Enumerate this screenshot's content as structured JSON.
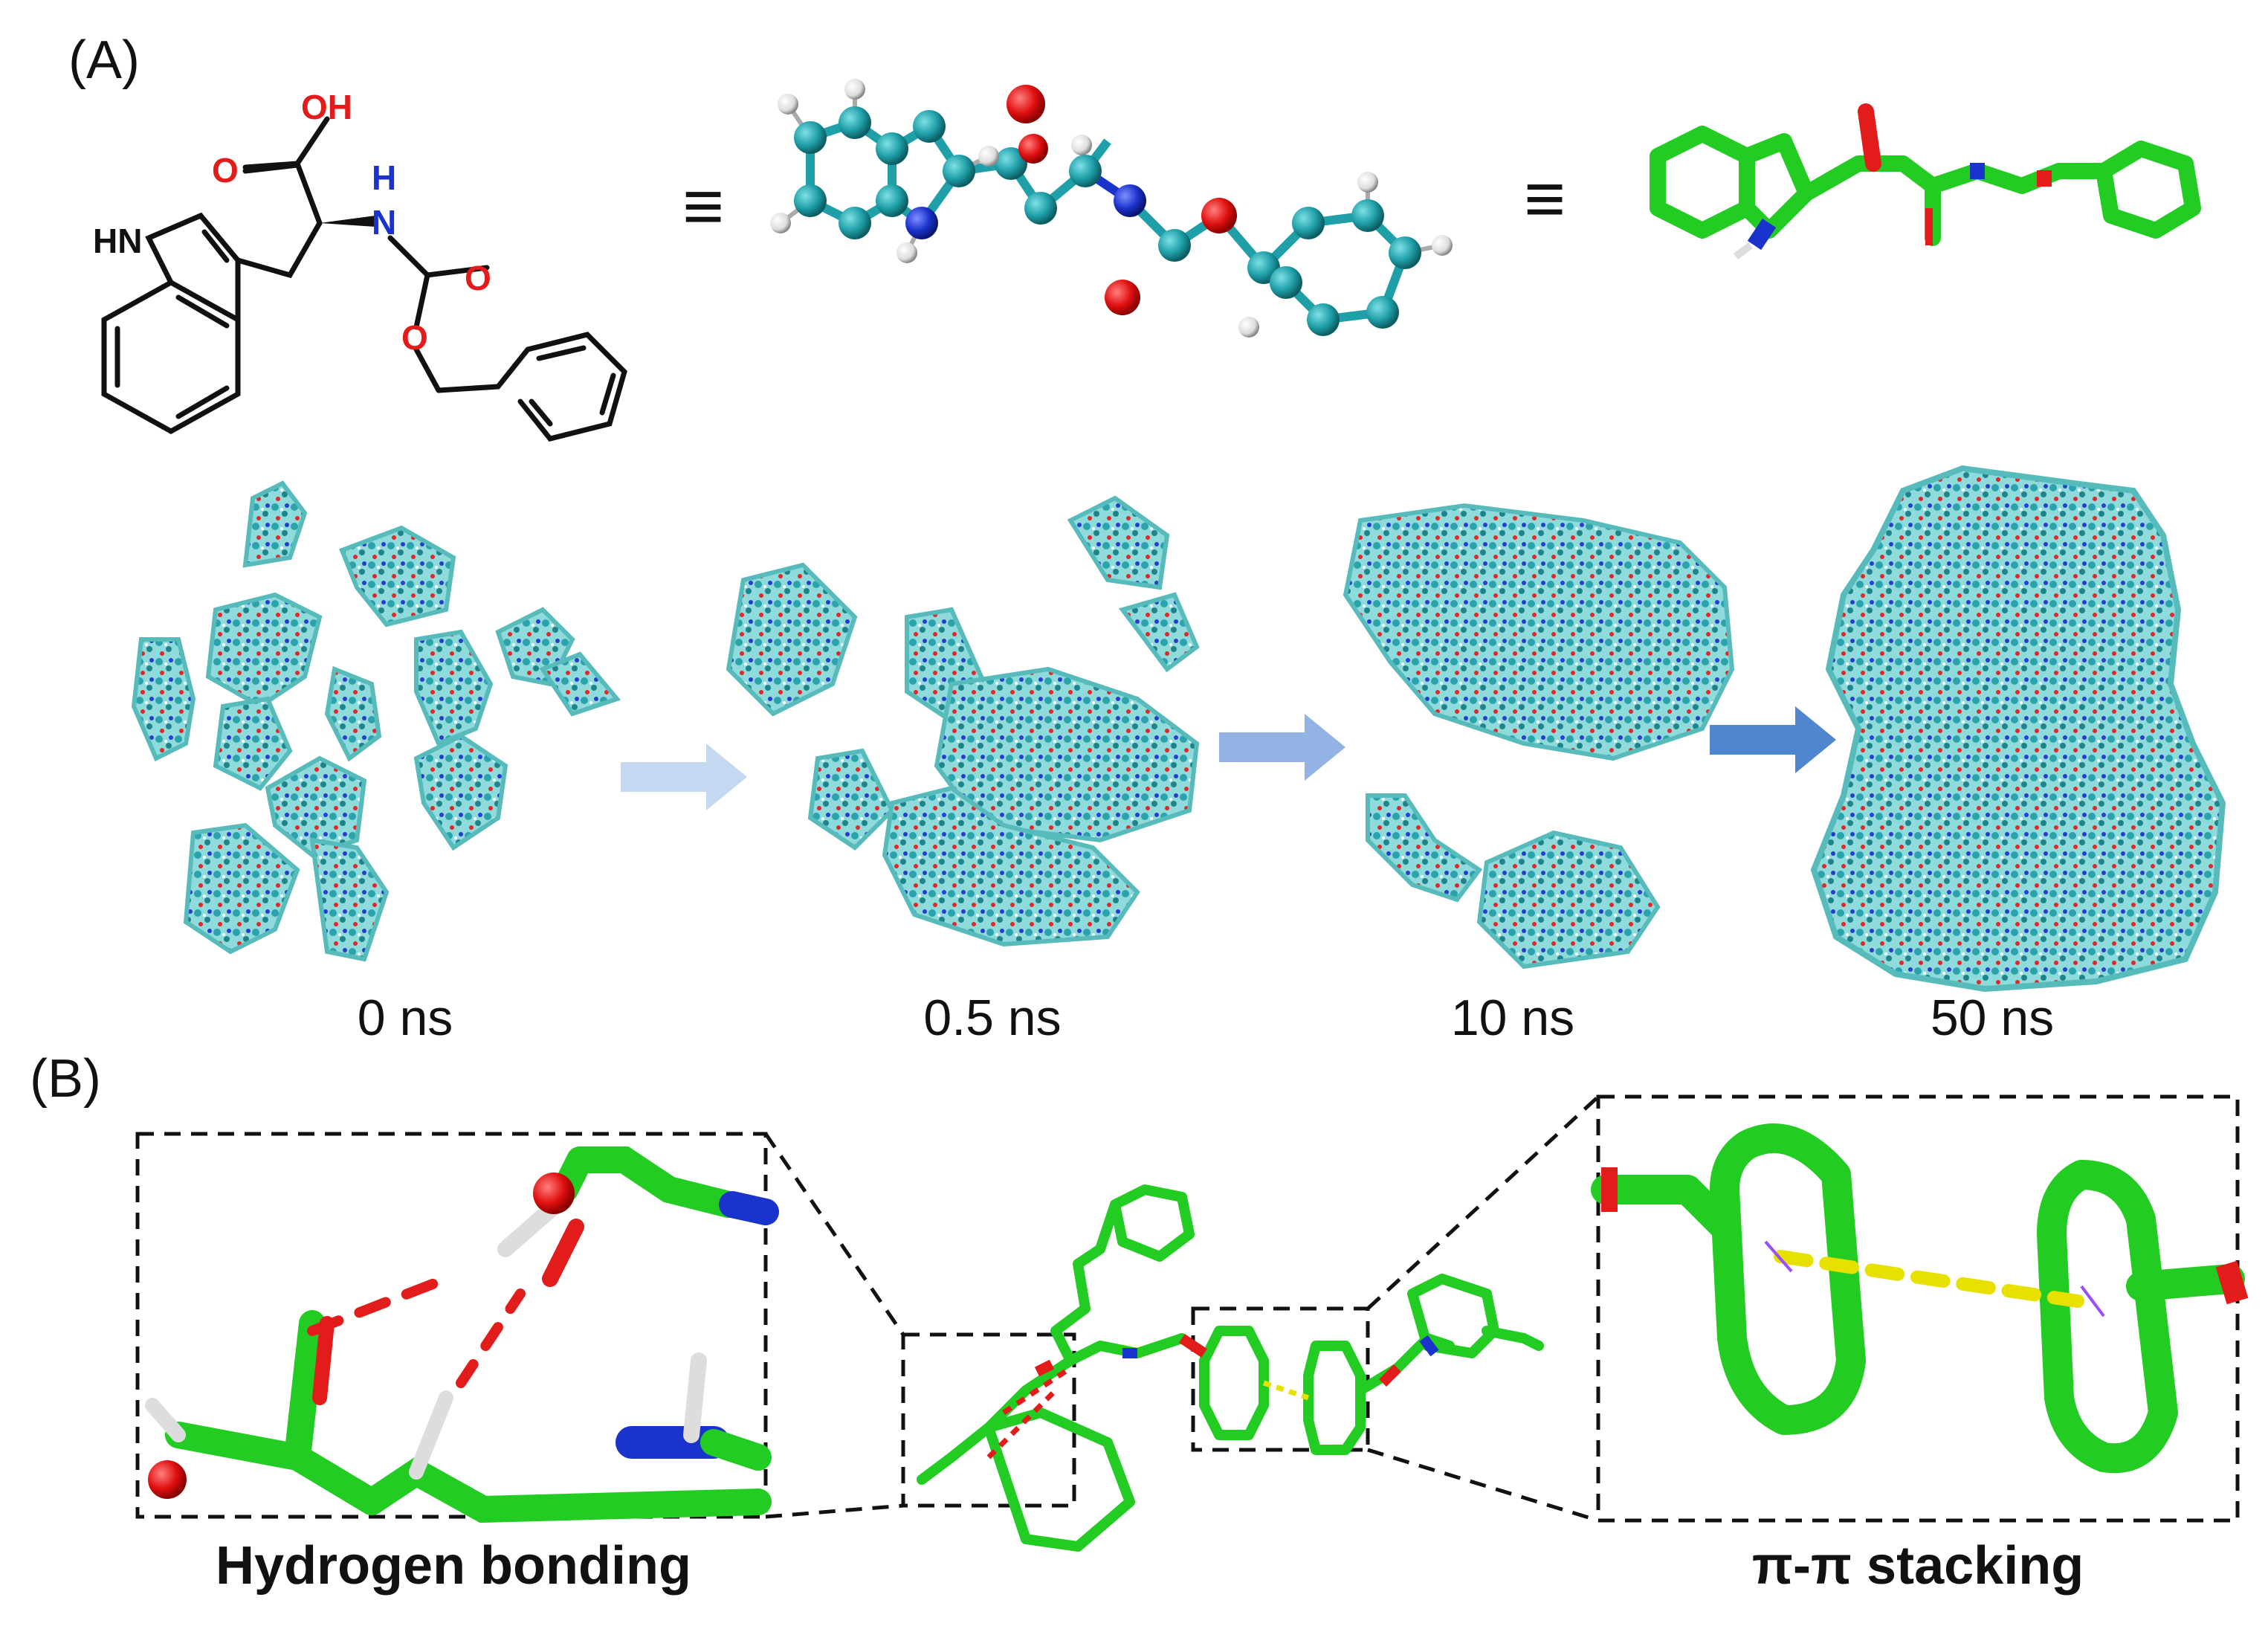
{
  "panel_a": {
    "label": "(A)",
    "equiv_symbol": "≡",
    "structure_labels": {
      "oh": "OH",
      "h": "H",
      "n": "N",
      "o_carbonyl": "O",
      "o_ester": "O",
      "o_carbamate": "O",
      "hn": "HN"
    },
    "time_labels": [
      "0 ns",
      "0.5 ns",
      "10 ns",
      "50 ns"
    ],
    "colors": {
      "carbon_teal": "#1f9fa8",
      "cluster_fill": "#7fd6d6",
      "oxygen": "#e21b1b",
      "nitrogen": "#1a33cc",
      "stick_green": "#22cc22",
      "arrow_light": "#b8cfee",
      "arrow_mid": "#8fb0e0",
      "arrow_dark": "#4f86d0"
    }
  },
  "panel_b": {
    "label": "(B)",
    "hbond_caption": "Hydrogen bonding",
    "pistack_caption": "π-π stacking"
  }
}
